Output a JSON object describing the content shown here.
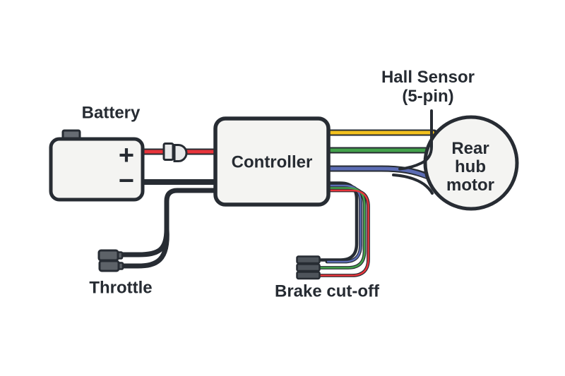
{
  "labels": {
    "battery": "Battery",
    "controller": "Controller",
    "hall_sensor_line1": "Hall Sensor",
    "hall_sensor_line2": "(5-pin)",
    "motor_lines": [
      "Rear",
      "hub",
      "motor"
    ],
    "throttle": "Throttle",
    "brake": "Brake cut-off",
    "battery_plus": "+",
    "battery_minus": "−"
  },
  "colors": {
    "background": "#ffffff",
    "outline": "#272c33",
    "text": "#262b32",
    "box_fill": "#f4f4f2",
    "terminal_gray": "#676c73",
    "connector_gray": "#5d6268",
    "brake_connector_gray": "#4e545b",
    "collar_fill": "#e9eaeb",
    "wire_red": "#e8353b",
    "wire_yellow": "#f3c11d",
    "wire_green": "#43a24b",
    "wire_blue": "#5b6cb4"
  }
}
